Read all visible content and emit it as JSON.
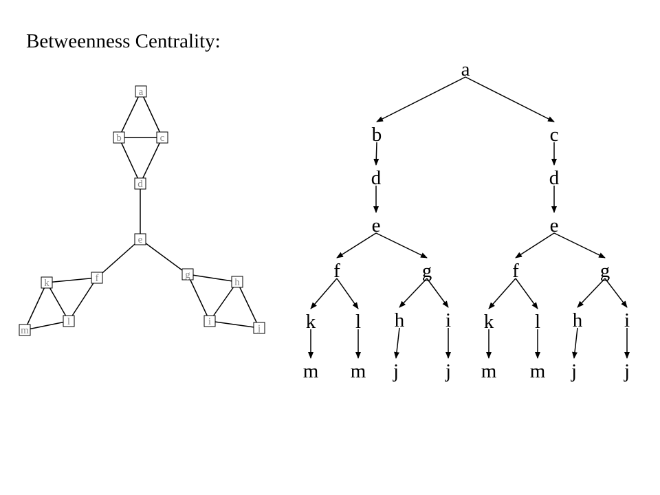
{
  "slide": {
    "title": "Betweenness Centrality:"
  },
  "graph": {
    "nodes": [
      {
        "id": "a",
        "label": "a"
      },
      {
        "id": "b",
        "label": "b"
      },
      {
        "id": "c",
        "label": "c"
      },
      {
        "id": "d",
        "label": "d"
      },
      {
        "id": "e",
        "label": "e"
      },
      {
        "id": "f",
        "label": "f"
      },
      {
        "id": "g",
        "label": "g"
      },
      {
        "id": "h",
        "label": "h"
      },
      {
        "id": "i",
        "label": "i"
      },
      {
        "id": "j",
        "label": "j"
      },
      {
        "id": "k",
        "label": "k"
      },
      {
        "id": "l",
        "label": "l"
      },
      {
        "id": "m",
        "label": "m"
      }
    ],
    "edges": [
      [
        "a",
        "b"
      ],
      [
        "a",
        "c"
      ],
      [
        "b",
        "c"
      ],
      [
        "b",
        "d"
      ],
      [
        "c",
        "d"
      ],
      [
        "d",
        "e"
      ],
      [
        "e",
        "f"
      ],
      [
        "e",
        "g"
      ],
      [
        "f",
        "k"
      ],
      [
        "f",
        "l"
      ],
      [
        "k",
        "l"
      ],
      [
        "k",
        "m"
      ],
      [
        "l",
        "m"
      ],
      [
        "g",
        "h"
      ],
      [
        "g",
        "i"
      ],
      [
        "h",
        "i"
      ],
      [
        "h",
        "j"
      ],
      [
        "i",
        "j"
      ]
    ]
  },
  "tree": {
    "nodes": [
      {
        "id": "a",
        "label": "a"
      },
      {
        "id": "b",
        "label": "b"
      },
      {
        "id": "c",
        "label": "c"
      },
      {
        "id": "d1",
        "label": "d"
      },
      {
        "id": "d2",
        "label": "d"
      },
      {
        "id": "e1",
        "label": "e"
      },
      {
        "id": "e2",
        "label": "e"
      },
      {
        "id": "f1",
        "label": "f"
      },
      {
        "id": "g1",
        "label": "g"
      },
      {
        "id": "f2",
        "label": "f"
      },
      {
        "id": "g2",
        "label": "g"
      },
      {
        "id": "k1",
        "label": "k"
      },
      {
        "id": "l1",
        "label": "l"
      },
      {
        "id": "h1",
        "label": "h"
      },
      {
        "id": "i1",
        "label": "i"
      },
      {
        "id": "k2",
        "label": "k"
      },
      {
        "id": "l2",
        "label": "l"
      },
      {
        "id": "h2",
        "label": "h"
      },
      {
        "id": "i2",
        "label": "i"
      },
      {
        "id": "m1",
        "label": "m"
      },
      {
        "id": "m2",
        "label": "m"
      },
      {
        "id": "j1",
        "label": "j"
      },
      {
        "id": "j2",
        "label": "j"
      },
      {
        "id": "m3",
        "label": "m"
      },
      {
        "id": "m4",
        "label": "m"
      },
      {
        "id": "j3",
        "label": "j"
      },
      {
        "id": "j4",
        "label": "j"
      }
    ],
    "arrows": [
      [
        "a",
        "b"
      ],
      [
        "a",
        "c"
      ],
      [
        "b",
        "d1"
      ],
      [
        "c",
        "d2"
      ],
      [
        "d1",
        "e1"
      ],
      [
        "d2",
        "e2"
      ],
      [
        "e1",
        "f1"
      ],
      [
        "e1",
        "g1"
      ],
      [
        "e2",
        "f2"
      ],
      [
        "e2",
        "g2"
      ],
      [
        "f1",
        "k1"
      ],
      [
        "f1",
        "l1"
      ],
      [
        "g1",
        "h1"
      ],
      [
        "g1",
        "i1"
      ],
      [
        "f2",
        "k2"
      ],
      [
        "f2",
        "l2"
      ],
      [
        "g2",
        "h2"
      ],
      [
        "g2",
        "i2"
      ],
      [
        "k1",
        "m1"
      ],
      [
        "l1",
        "m2"
      ],
      [
        "h1",
        "j1"
      ],
      [
        "i1",
        "j2"
      ],
      [
        "k2",
        "m3"
      ],
      [
        "l2",
        "m4"
      ],
      [
        "h2",
        "j3"
      ],
      [
        "i2",
        "j4"
      ]
    ]
  }
}
